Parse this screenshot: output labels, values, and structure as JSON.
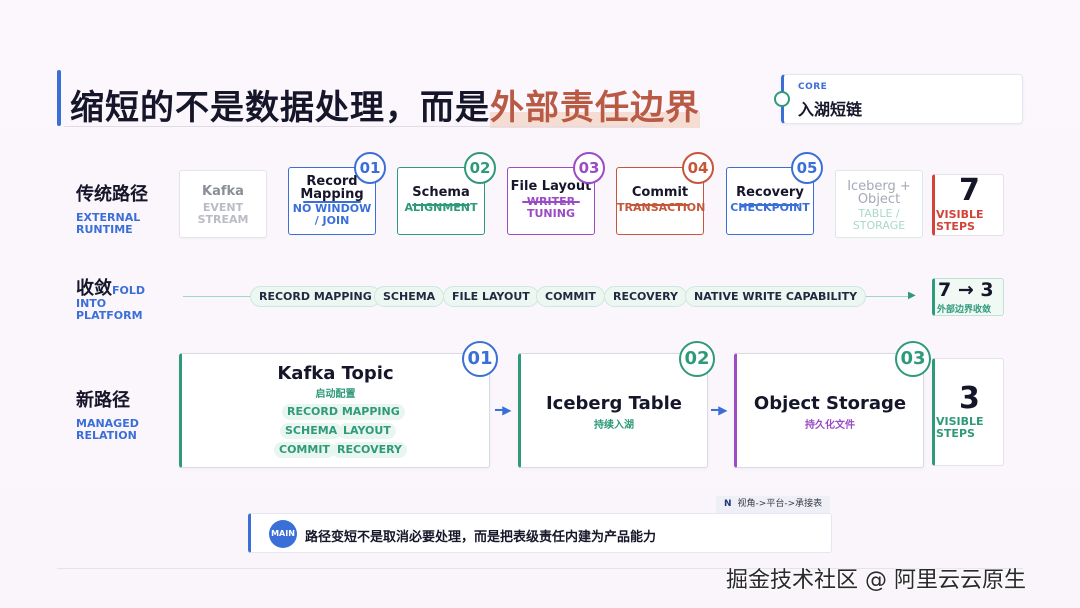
{
  "title": {
    "prefix": "缩短的不是数据处理，而是",
    "accent": "外部责任边界"
  },
  "core": {
    "small": "CORE",
    "main": "入湖短链"
  },
  "rows": {
    "traditional": {
      "cn": "传统路径",
      "en1": "EXTERNAL",
      "en2": "RUNTIME"
    },
    "fold": {
      "cn": "收敛",
      "en1": "FOLD",
      "en2": "INTO",
      "en3": "PLATFORM"
    },
    "new": {
      "cn": "新路径",
      "en1": "MANAGED",
      "en2": "RELATION"
    }
  },
  "traditional_steps": [
    {
      "title": "Kafka",
      "sub1": "EVENT",
      "sub2": "STREAM"
    },
    {
      "number": "01",
      "title1": "Record",
      "title2": "Mapping",
      "sub1": "NO WINDOW",
      "sub2": "/ JOIN"
    },
    {
      "number": "02",
      "title": "Schema",
      "sub": "ALIGNMENT"
    },
    {
      "number": "03",
      "title": "File Layout",
      "sub1": "WRITER",
      "sub2": "TUNING"
    },
    {
      "number": "04",
      "title": "Commit",
      "sub": "TRANSACTION"
    },
    {
      "number": "05",
      "title": "Recovery",
      "sub": "CHECKPOINT"
    },
    {
      "title1": "Iceberg +",
      "title2": "Object",
      "sub1": "TABLE /",
      "sub2": "STORAGE"
    }
  ],
  "traditional_count": {
    "value": "7",
    "label1": "VISIBLE",
    "label2": "STEPS"
  },
  "fold_pills": [
    "RECORD MAPPING",
    "SCHEMA",
    "FILE LAYOUT",
    "COMMIT",
    "RECOVERY",
    "NATIVE WRITE CAPABILITY"
  ],
  "fold_result": {
    "value": "7 → 3",
    "label": "外部边界收敛"
  },
  "new_steps": [
    {
      "number": "01",
      "title": "Kafka Topic",
      "sub": "启动配置",
      "tags": [
        "RECORD MAPPING",
        "SCHEMA",
        "LAYOUT",
        "COMMIT",
        "RECOVERY"
      ]
    },
    {
      "number": "02",
      "title": "Iceberg Table",
      "sub": "持续入湖"
    },
    {
      "number": "03",
      "title": "Object Storage",
      "sub": "持久化文件"
    }
  ],
  "new_count": {
    "value": "3",
    "label1": "VISIBLE",
    "label2": "STEPS"
  },
  "nav": {
    "letter": "N",
    "text": "视角->平台->承接表"
  },
  "main": {
    "badge": "MAIN",
    "text": "路径变短不是取消必要处理，而是把表级责任内建为产品能力"
  },
  "watermark": "掘金技术社区 @ 阿里云云原生",
  "colors": {
    "blue": "#3b6fd8",
    "green": "#2f9a7a",
    "purple": "#9b4bc4",
    "orange": "#c4563a",
    "accent_red": "#d2443a"
  }
}
